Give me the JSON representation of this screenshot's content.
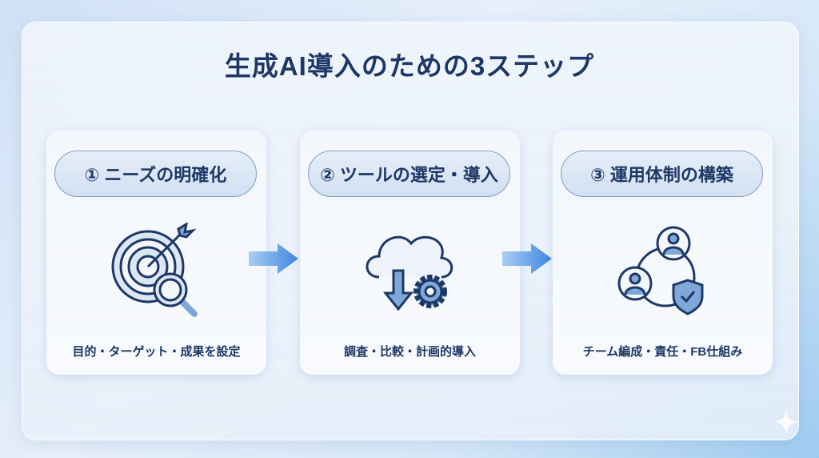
{
  "title": "生成AI導入のための3ステップ",
  "steps": [
    {
      "label": "① ニーズの明確化",
      "caption": "目的・ターゲット・成果を設定",
      "icon": "target-search-icon"
    },
    {
      "label": "② ツールの選定・導入",
      "caption": "調査・比較・計画的導入",
      "icon": "cloud-download-gear-icon"
    },
    {
      "label": "③ 運用体制の構築",
      "caption": "チーム編成・責任・FB仕組み",
      "icon": "team-shield-icon"
    }
  ],
  "colors": {
    "primary": "#1d3866",
    "accent": "#4a8fe0",
    "fill": "#7fa8d8"
  }
}
